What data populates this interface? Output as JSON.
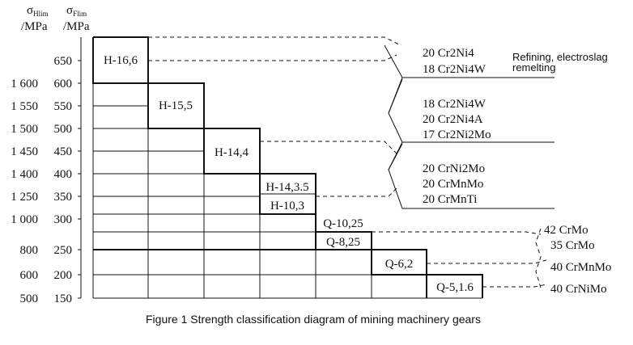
{
  "axes": {
    "hlim_symbol": "σ",
    "hlim_sub": "Hlim",
    "hlim_unit": "/MPa",
    "flim_symbol": "σ",
    "flim_sub": "Flim",
    "flim_unit": "/MPa"
  },
  "flim_ticks": [
    "650",
    "600",
    "550",
    "500",
    "450",
    "400",
    "350",
    "300",
    "250",
    "200",
    "150"
  ],
  "hlim_ticks": [
    "1 600",
    "1 550",
    "1 500",
    "1 450",
    "1 400",
    "1 250",
    "1 000",
    "800",
    "600",
    "500"
  ],
  "grades": [
    "H-16,6",
    "H-15,5",
    "H-14,4",
    "H-14,3.5",
    "H-10,3",
    "Q-10,25",
    "Q-8,25",
    "Q-6,2",
    "Q-5,1.6"
  ],
  "material_groups": [
    [
      "20 Cr2Ni4",
      "18 Cr2Ni4W"
    ],
    [
      "18 Cr2Ni4W",
      "20 Cr2Ni4A",
      "17 Cr2Ni2Mo"
    ],
    [
      "20 CrNi2Mo",
      "20 CrMnMo",
      "20 CrMnTi"
    ],
    [
      "42 CrMo",
      "35 CrMo",
      "40 CrMnMo",
      "40 CrNiMo"
    ]
  ],
  "note": {
    "line1": "Refining, electroslag",
    "line2": "remelting"
  },
  "caption": "Figure 1   Strength classification diagram of mining machinery gears"
}
